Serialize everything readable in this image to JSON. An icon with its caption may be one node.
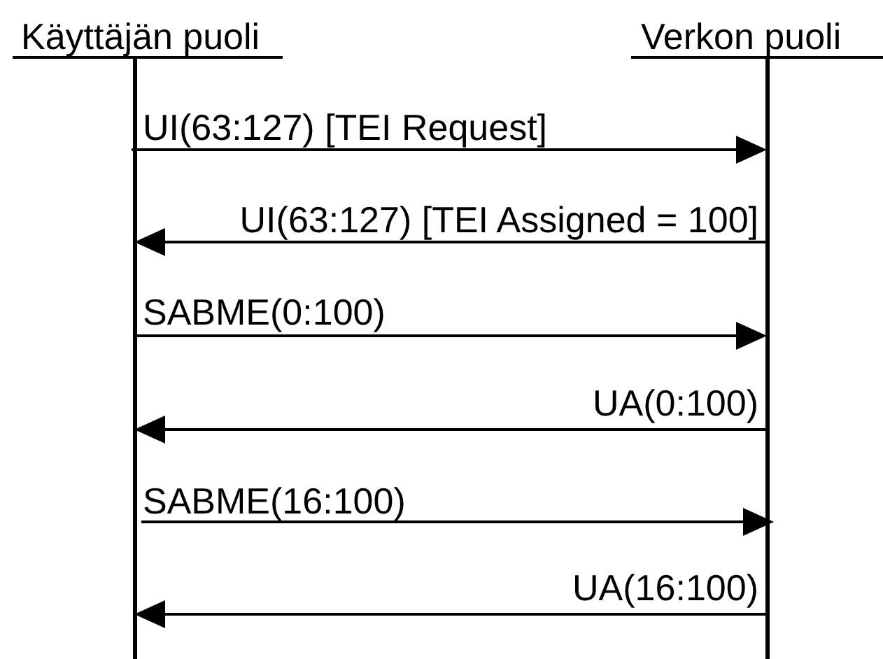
{
  "diagram": {
    "nodes": [
      {
        "text": [
          "Käyttäjän puoli"
        ]
      },
      {
        "text": [
          "Verkon puoli"
        ]
      }
    ],
    "edges": [
      {
        "from": 0,
        "to": 1,
        "arrow": "to",
        "label": "UI(63:127) [TEI Request]"
      },
      {
        "from": 1,
        "to": 0,
        "arrow": "to",
        "label": "UI(63:127) [TEI Assigned = 100]"
      },
      {
        "from": 0,
        "to": 1,
        "arrow": "to",
        "label": "SABME(0:100)"
      },
      {
        "from": 1,
        "to": 0,
        "arrow": "to",
        "label": "UA(0:100)"
      },
      {
        "from": 0,
        "to": 1,
        "arrow": "to",
        "label": "SABME(16:100)"
      },
      {
        "from": 1,
        "to": 0,
        "arrow": "to",
        "label": "UA(16:100)"
      }
    ]
  }
}
